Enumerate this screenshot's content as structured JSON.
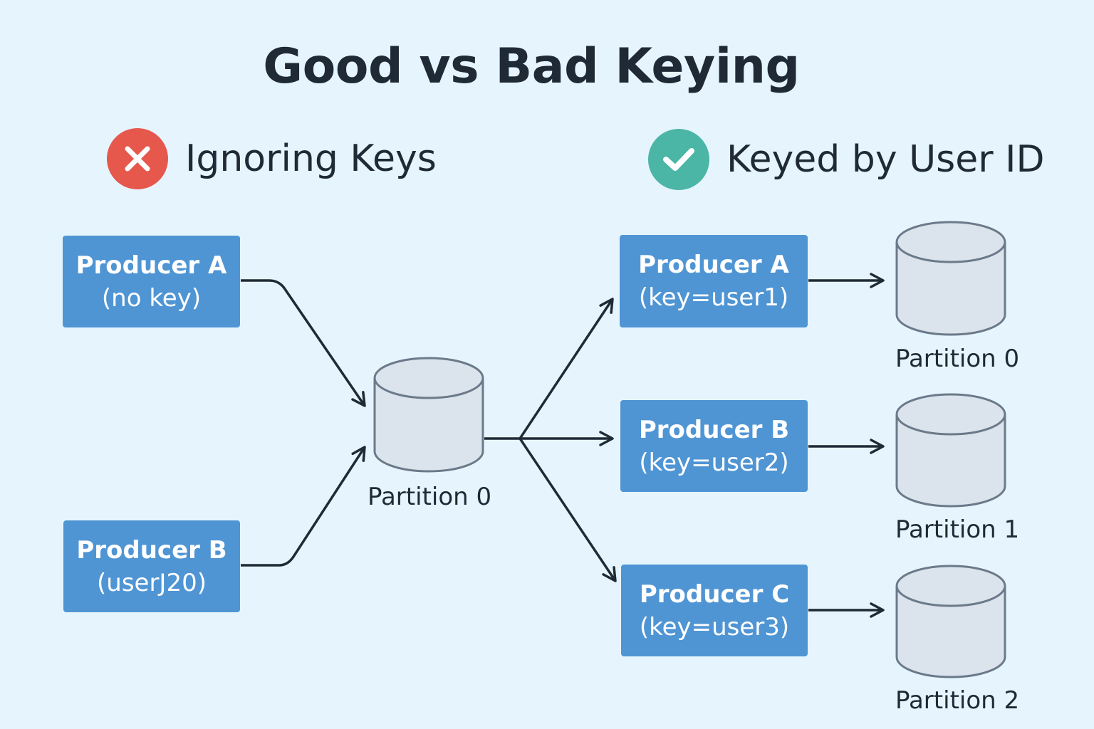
{
  "title": "Good vs Bad Keying",
  "bad_section": {
    "heading": "Ignoring Keys",
    "icon": "cross-icon",
    "color": "#e6574c",
    "producers": [
      {
        "name": "Producer A",
        "key": "(no key)"
      },
      {
        "name": "Producer B",
        "key": "(userJ20)"
      }
    ],
    "partition": {
      "label": "Partition 0"
    }
  },
  "good_section": {
    "heading": "Keyed by User ID",
    "icon": "checkmark-icon",
    "color": "#4bb5a6",
    "producers": [
      {
        "name": "Producer A",
        "key": "(key=user1)"
      },
      {
        "name": "Producer B",
        "key": "(key=user2)"
      },
      {
        "name": "Producer C",
        "key": "(key=user3)"
      }
    ],
    "partitions": [
      {
        "label": "Partition 0"
      },
      {
        "label": "Partition 1"
      },
      {
        "label": "Partition 2"
      }
    ]
  },
  "colors": {
    "background": "#e6f5fd",
    "producer_box": "#4f95d4",
    "cylinder_fill": "#dbe3ec",
    "cylinder_stroke": "#6b7a8a",
    "arrow": "#1f2a36"
  }
}
